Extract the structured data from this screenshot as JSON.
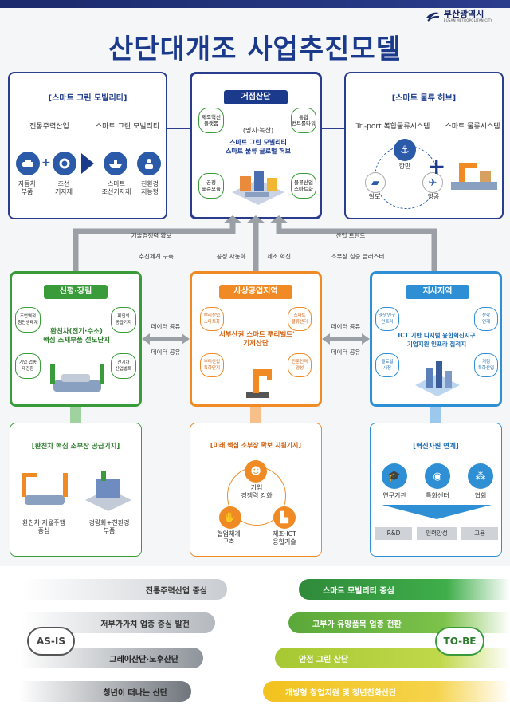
{
  "header": {
    "logo_text": "부산광역시",
    "logo_sub": "BUSAN METROPOLITAN CITY",
    "title": "산단대개조 사업추진모델"
  },
  "smart_green": {
    "heading": "[스마트 그린 모빌리티]",
    "left_label": "전통주력산업",
    "right_label": "스마트 그린 모빌리티",
    "items": [
      "자동차\n부품",
      "조선\n기자재",
      "스마트\n조선기자재",
      "친환경\n지능형"
    ]
  },
  "hub": {
    "heading": "거점산단",
    "location": "(명지·녹산)",
    "subtitle": "스마트 그린 모빌리티\n스마트 물류 글로벌 허브",
    "tags": [
      "제조혁신\n플랫폼",
      "통합\n컨트롤타워",
      "공정\n표준모듈",
      "물류산업\n스마트화"
    ]
  },
  "logistics": {
    "heading": "[스마트 물류 허브]",
    "left_label": "Tri-port 복합물류시스템",
    "right_label": "스마트 물류시스템",
    "ports": [
      "항만",
      "철도",
      "항공"
    ]
  },
  "flows": {
    "left_top": "기술경쟁력 확보",
    "left_bottom": "추진체계 구축",
    "center_left": "공정 자동화",
    "center_right": "제조 혁신",
    "right_top": "산업 트렌드",
    "right_bottom": "소부장 실증 클러스터",
    "data_share": "데이터 공유"
  },
  "sinpyeong": {
    "heading": "신평·장림",
    "tags": [
      "조업역적\n첨단생태계",
      "폐인의\n공급기지",
      "기업 업종\n대전환",
      "전기차\n산업벨트"
    ],
    "desc": "환친차(전기·수소)\n핵심 소재부품 선도단지",
    "sub_heading": "[환친차 핵심 소부장 공급기지]",
    "sub_items": [
      "환친차·자율주행\n중심",
      "경량화+친환경\n부품"
    ]
  },
  "sasang": {
    "heading": "사상공업지역",
    "tags": [
      "뿌리산업\n스마트화",
      "스마트\n물류센터",
      "뿌리산업\n특화단지",
      "전문인력\n양성"
    ],
    "desc": "'서부산권 스마트 뿌리벨트'\n기저산단",
    "sub_heading": "[미래 핵심 소부장 확보 지원기지]",
    "sub_items": [
      "기업\n경쟁력 강화",
      "협업체계\n구축",
      "제조·ICT\n융합기술"
    ]
  },
  "jisa": {
    "heading": "지사지역",
    "tags": [
      "중앙연구\n인프라",
      "산학\n연계",
      "글로벌\n시장",
      "거점\n특화산업"
    ],
    "desc": "ICT 기반 디지털 융합혁신지구\n기업지원 인프라 집적지",
    "sub_heading": "[혁신자원 연계]",
    "sub_items": [
      "연구기관",
      "특화센터",
      "협회"
    ],
    "outputs": [
      "R&D",
      "인력양성",
      "고용"
    ]
  },
  "as_is": {
    "label": "AS-IS",
    "items": [
      "전통주력산업 중심",
      "저부가가치 업종 중심 발전",
      "그레이산단·노후산단",
      "청년이 떠나는 산단"
    ]
  },
  "to_be": {
    "label": "TO-BE",
    "items": [
      "스마트 모빌리티 중심",
      "고부가 유망품목 업종 전환",
      "안전 그린 산단",
      "개방형 창업지원 및 청년친화산단"
    ]
  }
}
